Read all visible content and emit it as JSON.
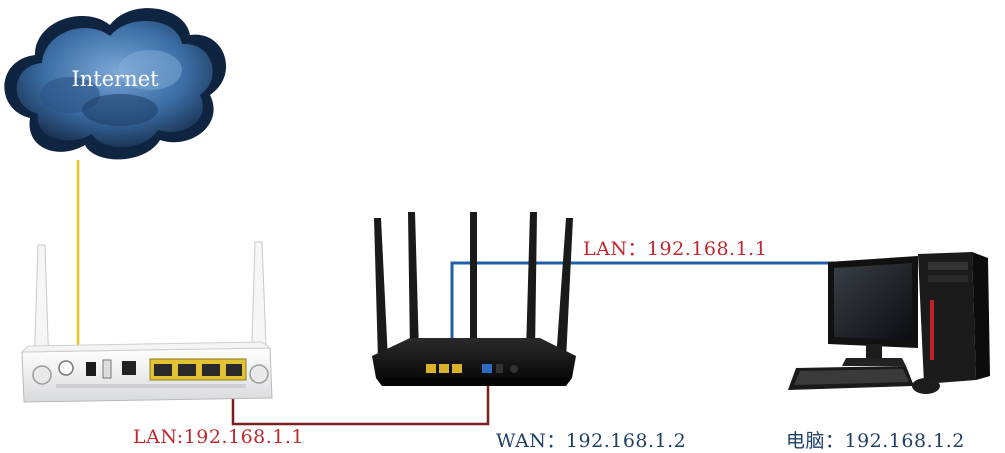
{
  "cloud": {
    "label": "Internet"
  },
  "labels": {
    "modem_lan": "LAN:192.168.1.1",
    "router_wan": "WAN：192.168.1.2",
    "router_lan": "LAN：192.168.1.1",
    "pc": "电脑：192.168.1.2"
  },
  "colors": {
    "fiber_line": "#f5c518",
    "wan_cable": "#7a1f1f",
    "lan_cable": "#1f5fa8",
    "label_red": "#c0282d",
    "label_dark": "#1f3f66",
    "cloud_dark": "#16304f",
    "cloud_light": "#5b8fc4"
  }
}
